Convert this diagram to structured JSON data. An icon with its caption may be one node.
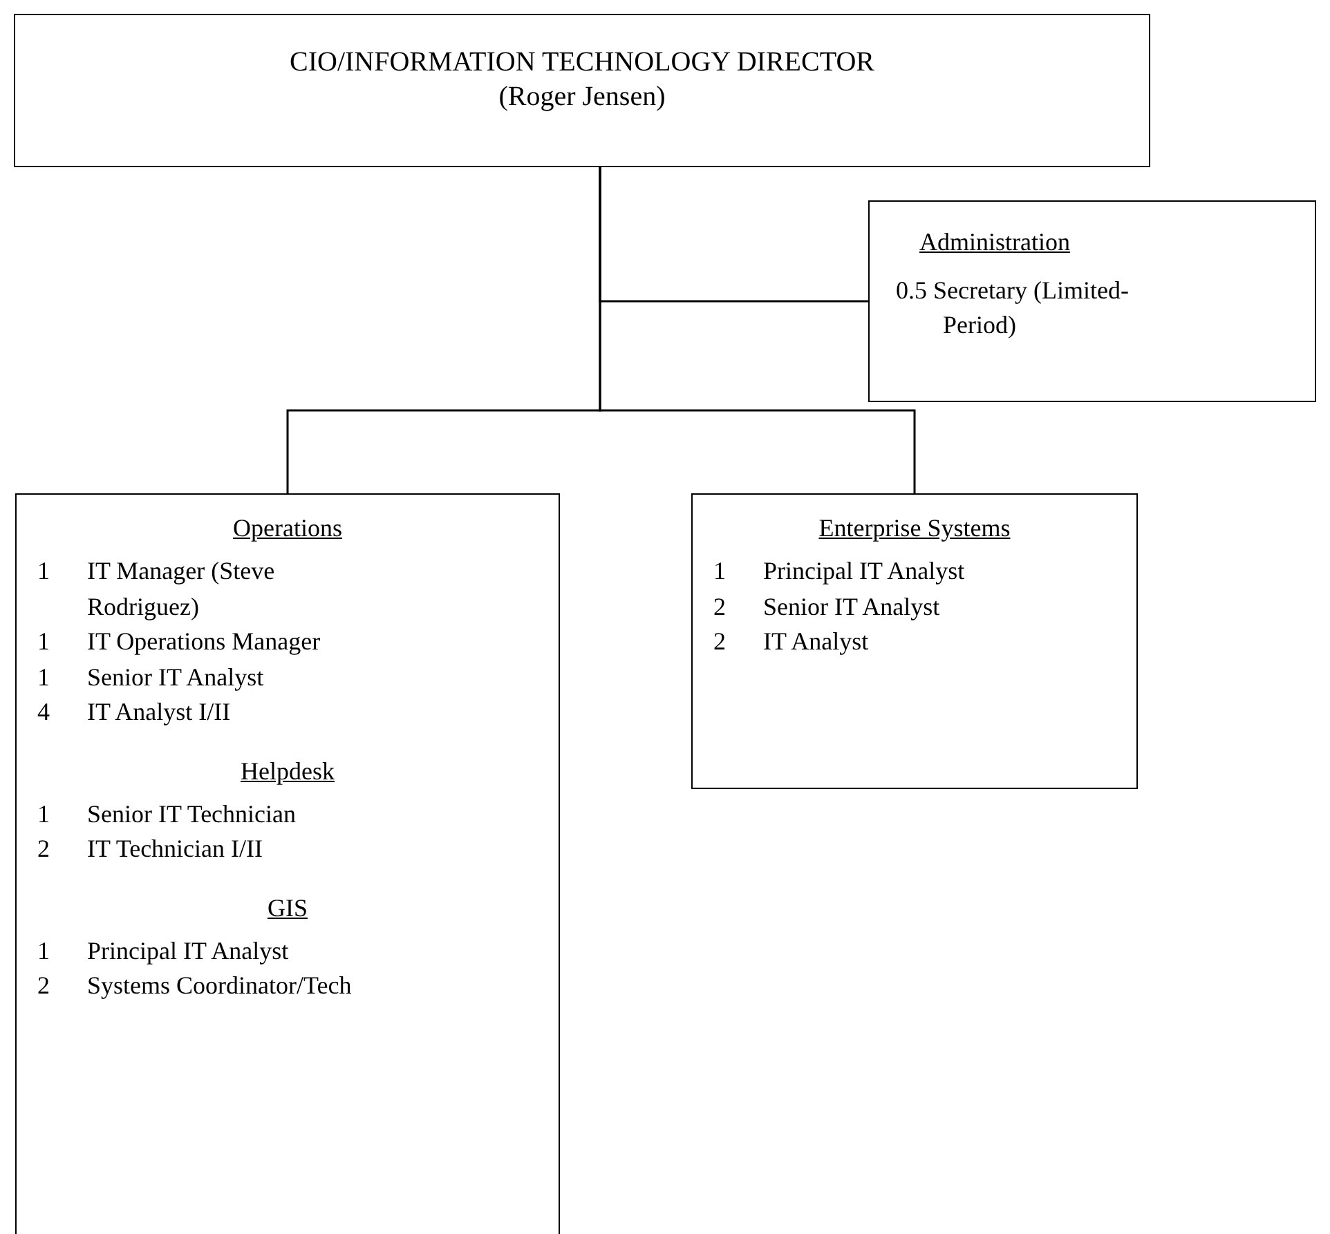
{
  "diagram": {
    "nodes": [
      {
        "text": [
          "CIO/INFORMATION TECHNOLOGY DIRECTOR",
          "(Roger Jensen)"
        ]
      },
      {
        "text": [
          "Administration",
          "0.5 Secretary (Limited-Period)"
        ]
      },
      {
        "text": [
          "Operations",
          "1 IT Manager (Steve Rodriguez)",
          "1 IT Operations Manager",
          "1 Senior IT Analyst",
          "4 IT Analyst I/II",
          "Helpdesk",
          "1 Senior IT Technician",
          "2 IT Technician I/II",
          "GIS",
          "1 Principal IT Analyst",
          "2 Systems Coordinator/Tech"
        ]
      },
      {
        "text": [
          "Enterprise Systems",
          "1 Principal IT Analyst",
          "2 Senior IT Analyst",
          "2 IT Analyst"
        ]
      }
    ],
    "edges": [
      {
        "from": 0,
        "to": 1,
        "arrow": "none"
      },
      {
        "from": 0,
        "to": 2,
        "arrow": "none"
      },
      {
        "from": 0,
        "to": 3,
        "arrow": "none"
      }
    ]
  }
}
